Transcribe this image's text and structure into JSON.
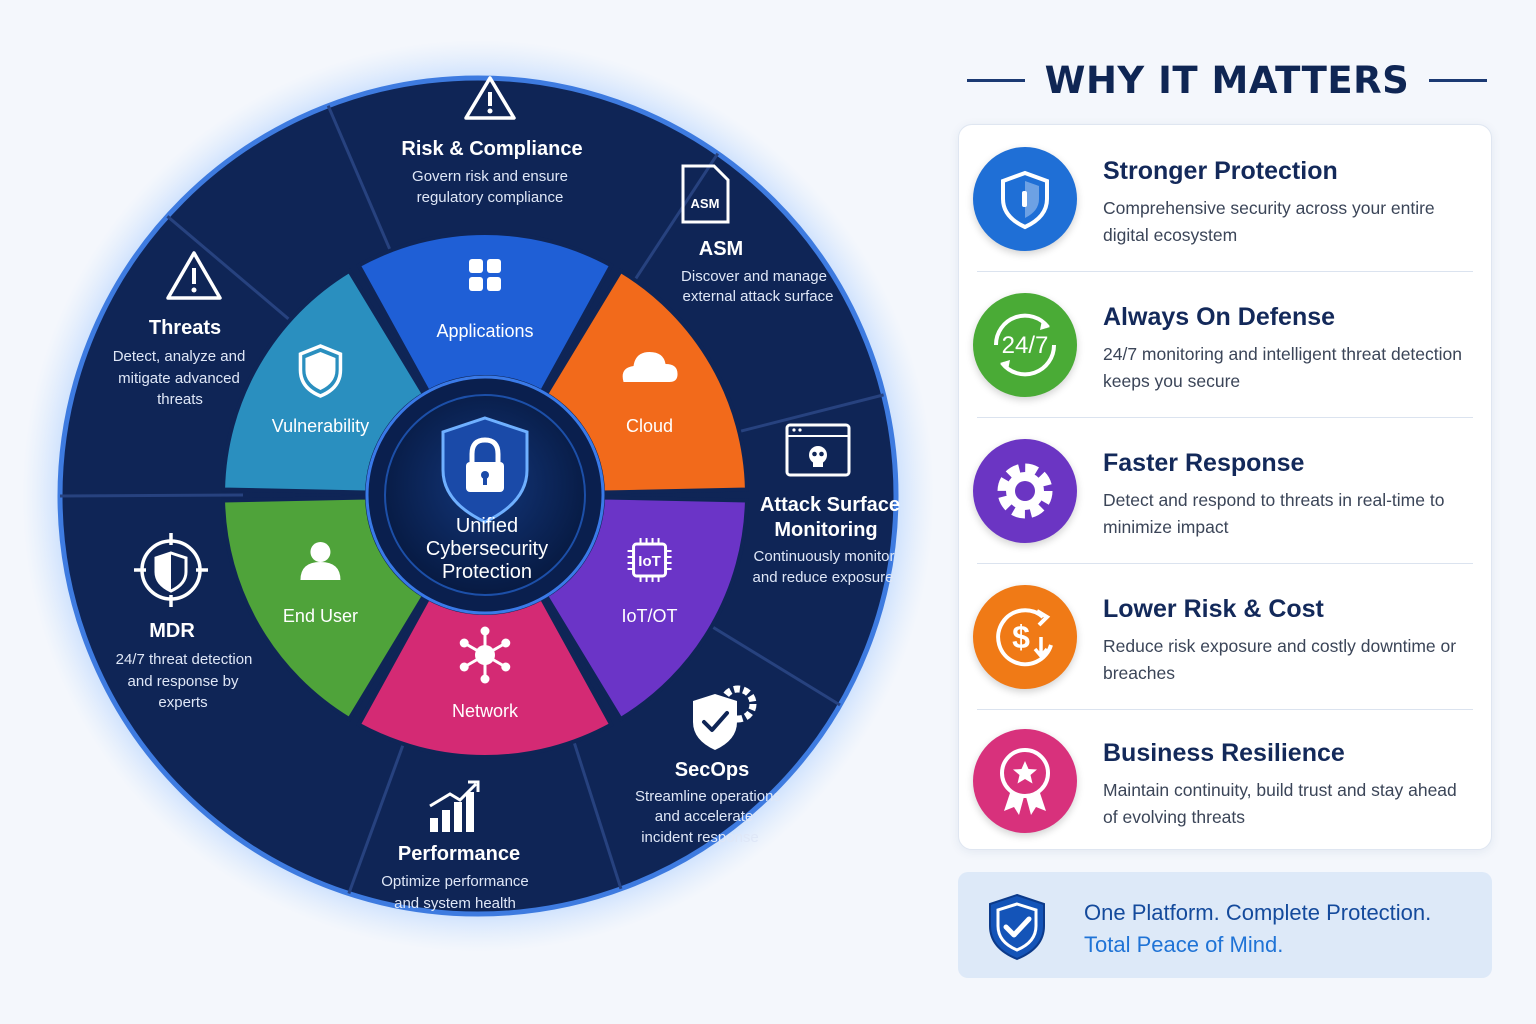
{
  "center": {
    "title_lines": [
      "Unified",
      "Cybersecurity",
      "Protection"
    ]
  },
  "inner_segments": [
    {
      "label": "Applications",
      "color": "#1f5fd6",
      "icon": "apps-grid-icon"
    },
    {
      "label": "Cloud",
      "color": "#f26a1b",
      "icon": "cloud-icon"
    },
    {
      "label": "IoT/OT",
      "color": "#6b34c7",
      "icon": "iot-chip-icon"
    },
    {
      "label": "Network",
      "color": "#d42a74",
      "icon": "network-hub-icon"
    },
    {
      "label": "End User",
      "color": "#4fa33a",
      "icon": "user-icon"
    },
    {
      "label": "Vulnerability",
      "color": "#2a8fbf",
      "icon": "shield-icon"
    }
  ],
  "outer_segments": [
    {
      "title": "Risk & Compliance",
      "desc": [
        "Govern risk and ensure",
        "regulatory compliance"
      ],
      "icon": "warning-triangle-icon"
    },
    {
      "title": "ASM",
      "desc": [
        "Discover and manage",
        "external attack surface"
      ],
      "icon": "asm-file-icon"
    },
    {
      "title": "Attack Surface\nMonitoring",
      "desc": [
        "Continuously monitor",
        "and reduce exposure"
      ],
      "icon": "browser-skull-icon"
    },
    {
      "title": "SecOps",
      "desc": [
        "Streamline operations",
        "and accelerate",
        "incident response"
      ],
      "icon": "shield-gear-icon"
    },
    {
      "title": "Performance",
      "desc": [
        "Optimize performance",
        "and system health"
      ],
      "icon": "bar-chart-icon"
    },
    {
      "title": "MDR",
      "desc": [
        "24/7 threat detection",
        "and response by",
        "experts"
      ],
      "icon": "target-shield-icon"
    },
    {
      "title": "Threats",
      "desc": [
        "Detect, analyze and",
        "mitigate advanced",
        "threats"
      ],
      "icon": "warning-triangle-icon"
    }
  ],
  "asm_icon_text": "ASM",
  "iot_icon_text": "IoT",
  "why": {
    "heading": "WHY IT MATTERS",
    "items": [
      {
        "title": "Stronger Protection",
        "desc": "Comprehensive security across your entire digital ecosystem",
        "color": "#1f6fd6",
        "icon": "shield-icon"
      },
      {
        "title": "Always On Defense",
        "desc": "24/7 monitoring and intelligent threat detection keeps you secure",
        "color": "#4aab36",
        "icon": "clock-24-7-icon",
        "icon_text": "24/7"
      },
      {
        "title": "Faster Response",
        "desc": "Detect and respond to threats in real-time to minimize impact",
        "color": "#6b35c3",
        "icon": "gear-icon"
      },
      {
        "title": "Lower Risk & Cost",
        "desc": "Reduce risk exposure and costly downtime or breaches",
        "color": "#f07a16",
        "icon": "dollar-down-icon",
        "icon_text": "$"
      },
      {
        "title": "Business Resilience",
        "desc": "Maintain continuity, build trust and stay ahead of evolving threats",
        "color": "#d8317c",
        "icon": "award-ribbon-icon"
      }
    ],
    "footer": {
      "line1": "One Platform. Complete Protection.",
      "line2": "Total Peace of Mind."
    }
  }
}
